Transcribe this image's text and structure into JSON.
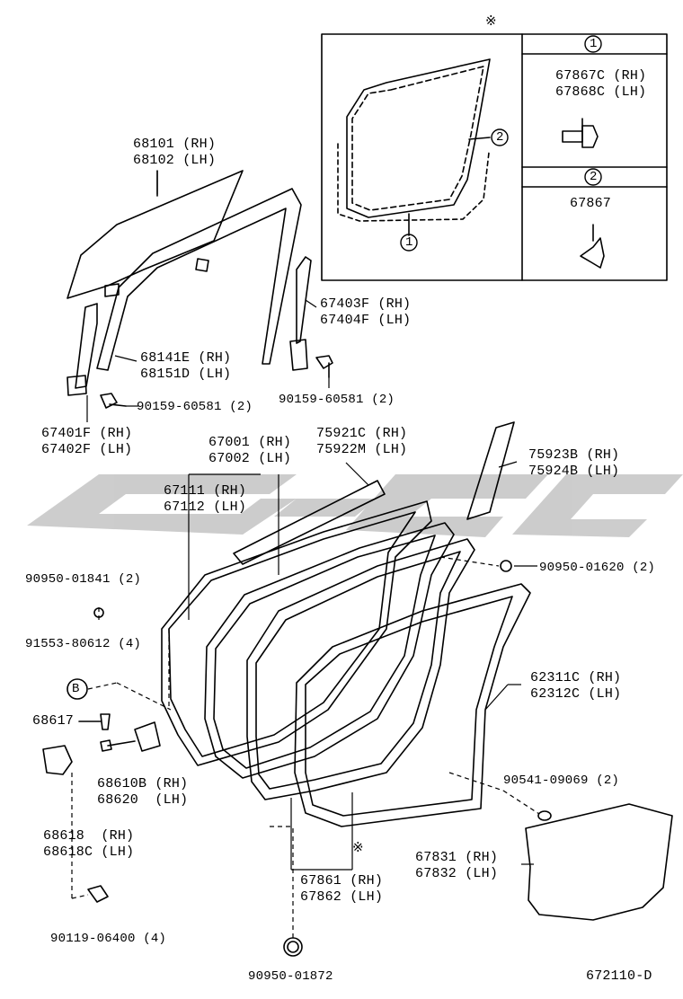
{
  "diagram": {
    "colors": {
      "ink": "#000000",
      "watermark": "#bdbdbd",
      "background": "#ffffff"
    },
    "inset": {
      "title_mark": "※",
      "callout_1": "1",
      "callout_2": "2",
      "part_1_rh": "67867C (RH)",
      "part_1_lh": "67868C (LH)",
      "part_2": "67867"
    },
    "parts": {
      "glass_rh": "68101 (RH)",
      "glass_lh": "68102 (LH)",
      "channel_rear_rh": "67403F (RH)",
      "channel_rear_lh": "67404F (LH)",
      "run_rh": "68141E (RH)",
      "run_lh": "68151D (LH)",
      "bolt_front": "90159-60581 (2)",
      "bolt_rear": "90159-60581 (2)",
      "channel_front_rh": "67401F (RH)",
      "channel_front_lh": "67402F (LH)",
      "panel_rh": "67001 (RH)",
      "panel_lh": "67002 (LH)",
      "moulding_rh": "75921C (RH)",
      "moulding_lh": "75922M (LH)",
      "tape_rh": "75923B (RH)",
      "tape_lh": "75924B (LH)",
      "weatherstrip_rh": "67111 (RH)",
      "weatherstrip_lh": "67112 (LH)",
      "plug_upper_left": "90950-01841 (2)",
      "plug_upper_right": "90950-01620 (2)",
      "screw_b": "91553-80612 (4)",
      "callout_b": "B",
      "pin": "68617",
      "checker_rh": "68610B (RH)",
      "checker_lh": "68620  (LH)",
      "door_weather_rh": "62311C (RH)",
      "door_weather_lh": "62312C (LH)",
      "clip": "90541-09069 (2)",
      "hinge_rh": "68618  (RH)",
      "hinge_lh": "68618C (LH)",
      "film_rh": "67831 (RH)",
      "film_lh": "67832 (LH)",
      "opening_mark": "※",
      "trim_rh": "67861 (RH)",
      "trim_lh": "67862 (LH)",
      "bolt_hinge": "90119-06400 (4)",
      "plug_bottom": "90950-01872",
      "diagram_code": "672110-D"
    }
  }
}
